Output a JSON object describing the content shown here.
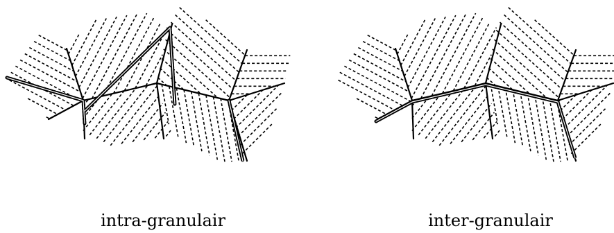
{
  "figure": {
    "panels": [
      {
        "id": "left",
        "caption": "intra-granulair",
        "crack_mode": "intra"
      },
      {
        "id": "right",
        "caption": "inter-granulair",
        "crack_mode": "inter"
      }
    ],
    "colors": {
      "line": "#000000",
      "background": "#ffffff"
    }
  }
}
